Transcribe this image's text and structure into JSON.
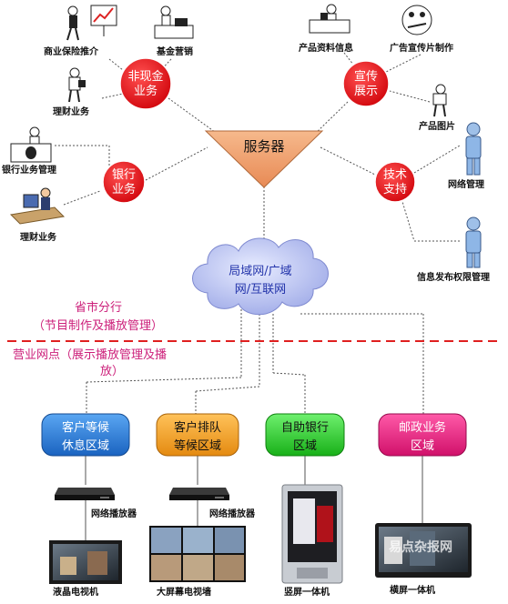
{
  "server": {
    "label": "服务器"
  },
  "network": {
    "line1": "局域网/广域",
    "line2": "网/互联网"
  },
  "circles": {
    "non_cash": {
      "line1": "非现金",
      "line2": "业务"
    },
    "promo": {
      "line1": "宣传",
      "line2": "展示"
    },
    "bank": {
      "line1": "银行",
      "line2": "业务"
    },
    "tech": {
      "line1": "技术",
      "line2": "支持"
    }
  },
  "roles": {
    "insurance": "商业保险推介",
    "fund": "基金营销",
    "wealth_top": "理财业务",
    "bank_mgmt": "银行业务管理",
    "wealth_bottom": "理财业务",
    "product_info": "产品资料信息",
    "ad_film": "广告宣传片制作",
    "product_image": "产品图片",
    "network_mgmt": "网络管理",
    "info_publish": "信息发布权限管理"
  },
  "divider": {
    "upper_line1": "省市分行",
    "upper_line2": "（节目制作及播放管理）",
    "lower_line1": "营业网点（展示播放管理及播",
    "lower_line2": "放）"
  },
  "zones": [
    {
      "line1": "客户等候",
      "line2": "休息区域",
      "color": "#1f7ad6"
    },
    {
      "line1": "客户排队",
      "line2": "等候区域",
      "color": "#f0a01e"
    },
    {
      "line1": "自助银行",
      "line2": "区域",
      "color": "#22cc22"
    },
    {
      "line1": "邮政业务",
      "line2": "区域",
      "color": "#e6187a"
    }
  ],
  "players": {
    "left": "网络播放器",
    "right": "网络播放器"
  },
  "devices": {
    "lcd_tv": "液晶电视机",
    "video_wall": "大屏幕电视墙",
    "kiosk_vertical": "竖屏一体机",
    "kiosk_horizontal": "横屏一体机"
  },
  "watermark": "易点杂报网",
  "colors": {
    "circle_red": "#e8141a",
    "divider_red": "#e02020",
    "server_orange": "#f0a070"
  }
}
